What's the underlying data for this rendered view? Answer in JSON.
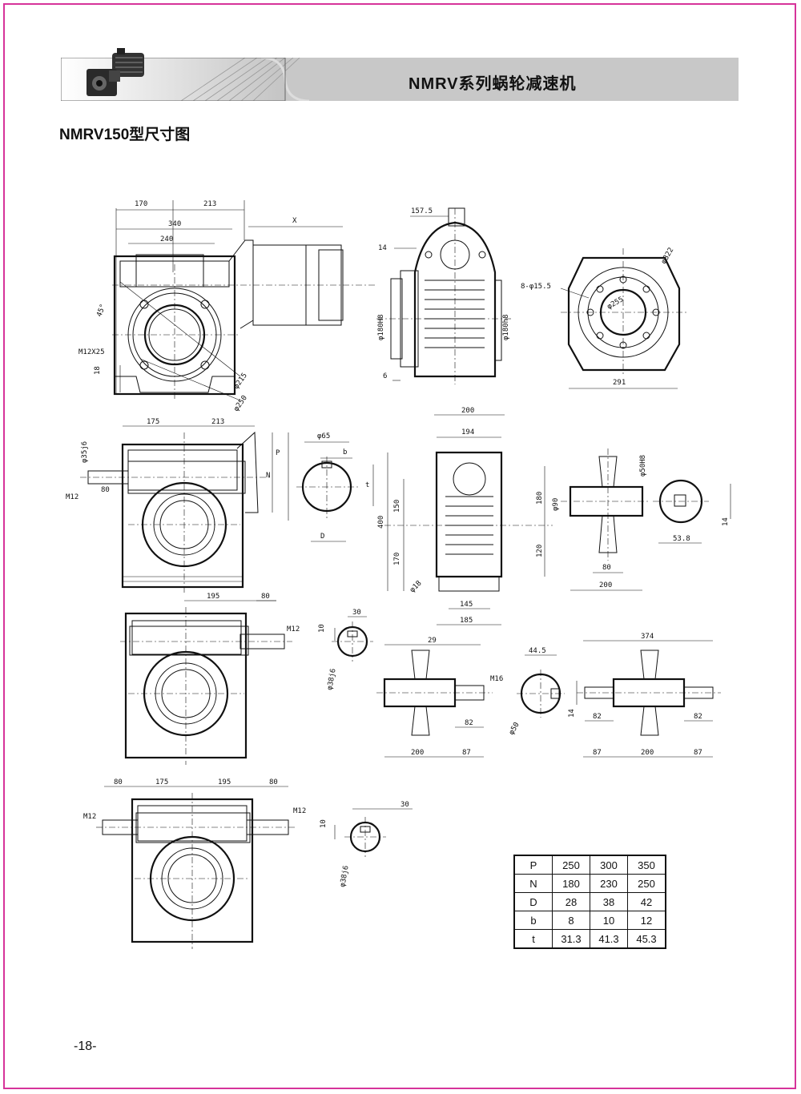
{
  "header": {
    "title": "NMRV系列蜗轮减速机"
  },
  "page_heading": "NMRV150型尺寸图",
  "page_number": "-18-",
  "colors": {
    "frame": "#d6339a",
    "banner_gray": "#c8c8c8"
  },
  "spec_table": {
    "rows": [
      {
        "key": "P",
        "values": [
          "250",
          "300",
          "350"
        ]
      },
      {
        "key": "N",
        "values": [
          "180",
          "230",
          "250"
        ]
      },
      {
        "key": "D",
        "values": [
          "28",
          "38",
          "42"
        ]
      },
      {
        "key": "b",
        "values": [
          "8",
          "10",
          "12"
        ]
      },
      {
        "key": "t",
        "values": [
          "31.3",
          "41.3",
          "45.3"
        ]
      }
    ]
  },
  "dims": {
    "v1_170": "170",
    "v1_213": "213",
    "v1_x": "X",
    "v1_340": "340",
    "v1_240": "240",
    "v1_45": "45°",
    "v1_m12x25": "M12X25",
    "v1_18": "18",
    "v1_215": "φ215",
    "v1_250": "φ250",
    "v2_157": "157.5",
    "v2_14": "14",
    "v2_180h8a": "φ180H8",
    "v2_180h8b": "φ180h8",
    "v2_6": "6",
    "v3_8_155": "8-φ15.5",
    "v3_322": "φ322",
    "v3_255": "φ255",
    "v3_291": "291",
    "v4_35j6": "φ35j6",
    "v4_175": "175",
    "v4_213": "213",
    "v4_p": "P",
    "v4_n": "N",
    "v4_80": "80",
    "v4_m12": "M12",
    "v5_65": "φ65",
    "v5_b": "b",
    "v5_t": "t",
    "v5_d": "D",
    "v6_200": "200",
    "v6_194": "194",
    "v6_400": "400",
    "v6_150": "150",
    "v6_170": "170",
    "v6_180": "180",
    "v6_120": "120",
    "v6_18": "φ18",
    "v6_145": "145",
    "v6_185": "185",
    "v7_50h8": "φ50H8",
    "v7_90": "φ90",
    "v7_80": "80",
    "v7_200": "200",
    "v7_538": "53.8",
    "v7_14": "14",
    "v8_195": "195",
    "v8_80": "80",
    "v8_m12": "M12",
    "v9_10": "10",
    "v9_30": "30",
    "v9_38j6": "φ38j6",
    "v10_29": "29",
    "v10_m16": "M16",
    "v10_82": "82",
    "v10_200": "200",
    "v10_87": "87",
    "v11_445": "44.5",
    "v11_50": "φ50",
    "v11_14": "14",
    "v12_374": "374",
    "v12_82a": "82",
    "v12_82b": "82",
    "v12_87a": "87",
    "v12_200": "200",
    "v12_87b": "87",
    "v13_80a": "80",
    "v13_175": "175",
    "v13_195": "195",
    "v13_80b": "80",
    "v13_m12a": "M12",
    "v13_m12b": "M12",
    "v14_30": "30",
    "v14_10": "10",
    "v14_38j6": "φ38j6"
  }
}
